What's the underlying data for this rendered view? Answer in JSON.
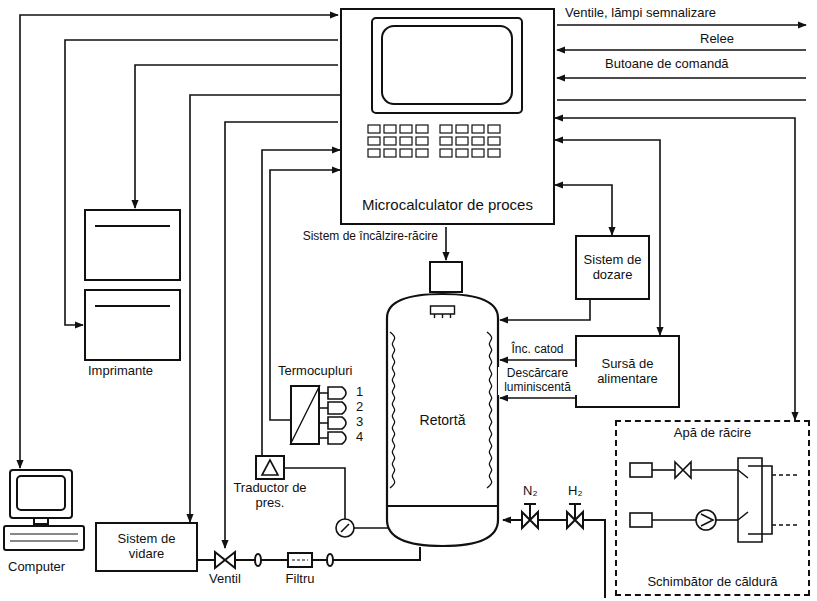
{
  "diagram": {
    "nodes": [
      {
        "text": [
          "Microcalculator de proces"
        ]
      },
      {
        "text": [
          "Sistem de dozare"
        ]
      },
      {
        "text": [
          "Termocupluri"
        ]
      },
      {
        "text": [
          "Retortă"
        ]
      },
      {
        "text": [
          "Sursă de alimentare"
        ]
      },
      {
        "text": [
          "Traductor de pres."
        ]
      },
      {
        "text": [
          "Sistem de vidare"
        ]
      },
      {
        "text": [
          "Apă de răcire",
          "Schimbător de căldură"
        ]
      }
    ],
    "edges": [
      {
        "from": 2,
        "to": 0,
        "arrow": "to"
      },
      {
        "from": 5,
        "to": 0,
        "arrow": "to"
      },
      {
        "from": 0,
        "to": 6,
        "arrow": "to"
      },
      {
        "from": 0,
        "to": 1,
        "arrow": "both"
      },
      {
        "from": 0,
        "to": 4,
        "arrow": "both"
      },
      {
        "from": 0,
        "to": 7,
        "arrow": "both"
      },
      {
        "from": 1,
        "to": 3,
        "arrow": "to"
      },
      {
        "from": 4,
        "to": 3,
        "arrow": "to",
        "label": "Înc. catod"
      },
      {
        "from": 4,
        "to": 3,
        "arrow": "to",
        "label": "Descărcare luminiscentă"
      }
    ],
    "labels": [
      "Ventile, lămpi semnalizare",
      "Relee",
      "Butoane de comandă",
      "Imprimante",
      "Sistem de încălzire-răcire",
      "1",
      "2",
      "3",
      "4",
      "N₂",
      "H₂",
      "Computer",
      "Ventil",
      "Filtru"
    ]
  }
}
